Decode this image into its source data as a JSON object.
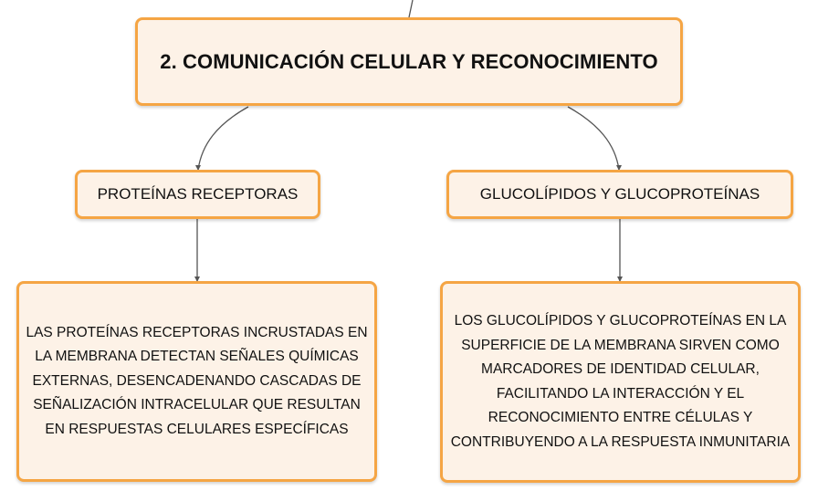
{
  "main": {
    "title": "2. COMUNICACIÓN CELULAR Y RECONOCIMIENTO"
  },
  "branches": [
    {
      "label": "PROTEÍNAS RECEPTORAS",
      "detail": "LAS PROTEÍNAS RECEPTORAS INCRUSTADAS EN LA MEMBRANA DETECTAN SEÑALES QUÍMICAS EXTERNAS, DESENCADENANDO CASCADAS DE SEÑALIZACIÓN INTRACELULAR QUE RESULTAN EN RESPUESTAS CELULARES ESPECÍFICAS"
    },
    {
      "label": "GLUCOLÍPIDOS Y GLUCOPROTEÍNAS",
      "detail": "LOS GLUCOLÍPIDOS Y GLUCOPROTEÍNAS EN LA SUPERFICIE DE LA MEMBRANA SIRVEN COMO MARCADORES DE IDENTIDAD CELULAR, FACILITANDO LA INTERACCIÓN Y EL RECONOCIMIENTO ENTRE CÉLULAS Y CONTRIBUYENDO A LA RESPUESTA INMUNITARIA"
    }
  ],
  "colors": {
    "node_fill": "#fdf2e7",
    "node_border": "#f5a544",
    "connector": "#555555"
  }
}
